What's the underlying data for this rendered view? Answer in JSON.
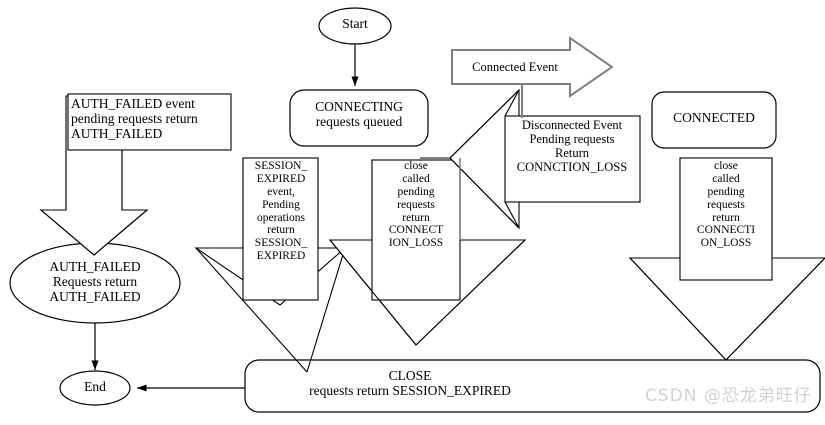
{
  "diagram": {
    "title": "ZooKeeper client connection state machine",
    "colors": {
      "stroke": "#000000",
      "gray_stroke": "#808080",
      "fill": "#ffffff",
      "watermark": "#d2d2d2"
    },
    "nodes": {
      "start": {
        "label": "Start",
        "shape": "ellipse"
      },
      "connecting": {
        "label": "CONNECTING\nrequests queued",
        "shape": "rounded-rect"
      },
      "connected": {
        "label": "CONNECTED",
        "shape": "rounded-rect"
      },
      "auth_failed_state": {
        "label": "AUTH_FAILED\nRequests return\nAUTH_FAILED",
        "shape": "ellipse"
      },
      "close": {
        "label": "CLOSE\nrequests return SESSION_EXPIRED",
        "shape": "rounded-rect"
      },
      "end": {
        "label": "End",
        "shape": "ellipse"
      }
    },
    "transitions": {
      "auth_failed_event": {
        "label": "AUTH_FAILED event\npending requests return\nAUTH_FAILED",
        "shape": "down-arrow"
      },
      "session_expired": {
        "label": "SESSION_\nEXPIRED\nevent,\nPending\noperations\nreturn\nSESSION_\nEXPIRED",
        "shape": "down-arrow"
      },
      "close_called_left": {
        "label": "close\ncalled\npending\nrequests\nreturn\nCONNECT\nION_LOSS",
        "shape": "down-arrow"
      },
      "close_called_right": {
        "label": "close\ncalled\npending\nrequests\nreturn\nCONNECTI\nON_LOSS",
        "shape": "down-arrow"
      },
      "connected_event": {
        "label": "Connected Event",
        "shape": "right-arrow"
      },
      "disconnected_event": {
        "label": "Disconnected Event\nPending requests\nReturn\nCONNCTION_LOSS",
        "shape": "left-arrow"
      }
    },
    "watermark": {
      "text": "CSDN @恐龙弟旺仔"
    }
  }
}
